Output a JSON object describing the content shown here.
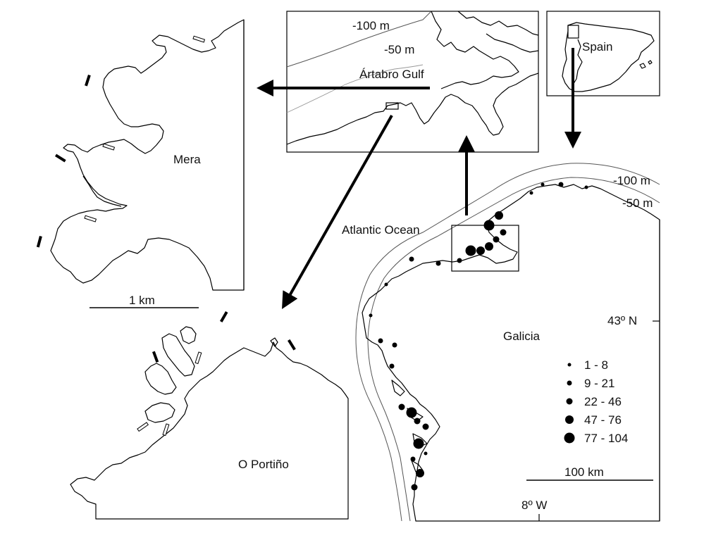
{
  "labels": {
    "mera": "Mera",
    "portino": "O Portiño",
    "gulf": "Ártabro Gulf",
    "spain": "Spain",
    "atlantic": "Atlantic Ocean",
    "galicia": "Galicia",
    "depth100_inset": "-100 m",
    "depth50_inset": "-50 m",
    "depth100_main": "-100 m",
    "depth50_main": "-50 m",
    "lat": "43º N",
    "lon": "8º W",
    "scale_small": "1 km",
    "scale_large": "100 km"
  },
  "legend": {
    "items": [
      {
        "label": "1 - 8",
        "size": 1
      },
      {
        "label": "9 - 21",
        "size": 2
      },
      {
        "label": "22 - 46",
        "size": 3
      },
      {
        "label": "47 - 76",
        "size": 4
      },
      {
        "label": "77 - 104",
        "size": 5
      }
    ]
  },
  "sites": [
    {
      "name": "site-1",
      "size": 5
    },
    {
      "name": "site-2",
      "size": 4
    },
    {
      "name": "site-3",
      "size": 5
    },
    {
      "name": "site-4",
      "size": 4
    },
    {
      "name": "site-5",
      "size": 4
    },
    {
      "name": "site-6",
      "size": 3
    },
    {
      "name": "site-7",
      "size": 3
    },
    {
      "name": "site-8",
      "size": 2
    },
    {
      "name": "site-9",
      "size": 2
    },
    {
      "name": "site-10",
      "size": 2
    },
    {
      "name": "site-11",
      "size": 1
    },
    {
      "name": "site-12",
      "size": 1
    },
    {
      "name": "site-13",
      "size": 2
    },
    {
      "name": "site-14",
      "size": 1
    },
    {
      "name": "site-15",
      "size": 1
    },
    {
      "name": "site-16",
      "size": 1
    },
    {
      "name": "site-17",
      "size": 2
    },
    {
      "name": "site-18",
      "size": 2
    },
    {
      "name": "site-19",
      "size": 3
    },
    {
      "name": "site-20",
      "size": 5
    },
    {
      "name": "site-21",
      "size": 3
    },
    {
      "name": "site-22",
      "size": 3
    },
    {
      "name": "site-23",
      "size": 5
    },
    {
      "name": "site-24",
      "size": 2
    },
    {
      "name": "site-25",
      "size": 4
    },
    {
      "name": "site-26",
      "size": 3
    },
    {
      "name": "site-27",
      "size": 2
    },
    {
      "name": "site-28",
      "size": 1
    }
  ]
}
